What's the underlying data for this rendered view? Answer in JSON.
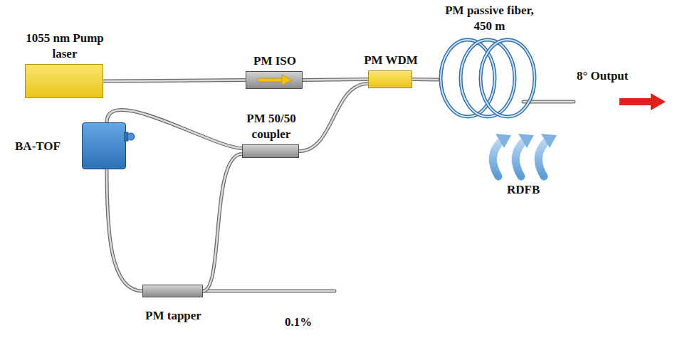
{
  "diagram": {
    "nodes": [
      {
        "text": [
          "1055 nm Pump laser"
        ]
      },
      {
        "text": [
          "PM ISO"
        ]
      },
      {
        "text": [
          "PM WDM"
        ]
      },
      {
        "text": [
          "PM passive fiber, 450 m"
        ]
      },
      {
        "text": [
          "BA-TOF"
        ]
      },
      {
        "text": [
          "PM 50/50 coupler"
        ]
      },
      {
        "text": [
          "PM tapper"
        ]
      }
    ],
    "edges": [
      {
        "from": 0,
        "to": 1,
        "arrow": "none"
      },
      {
        "from": 1,
        "to": 2,
        "arrow": "none"
      },
      {
        "from": 2,
        "to": 3,
        "arrow": "none"
      },
      {
        "from": 5,
        "to": 2,
        "arrow": "none"
      },
      {
        "from": 4,
        "to": 5,
        "arrow": "none"
      },
      {
        "from": 4,
        "to": 6,
        "arrow": "none"
      },
      {
        "from": 6,
        "to": 5,
        "arrow": "none"
      }
    ],
    "labels": [
      "8° Output",
      "RDFB",
      "0.1%"
    ]
  }
}
